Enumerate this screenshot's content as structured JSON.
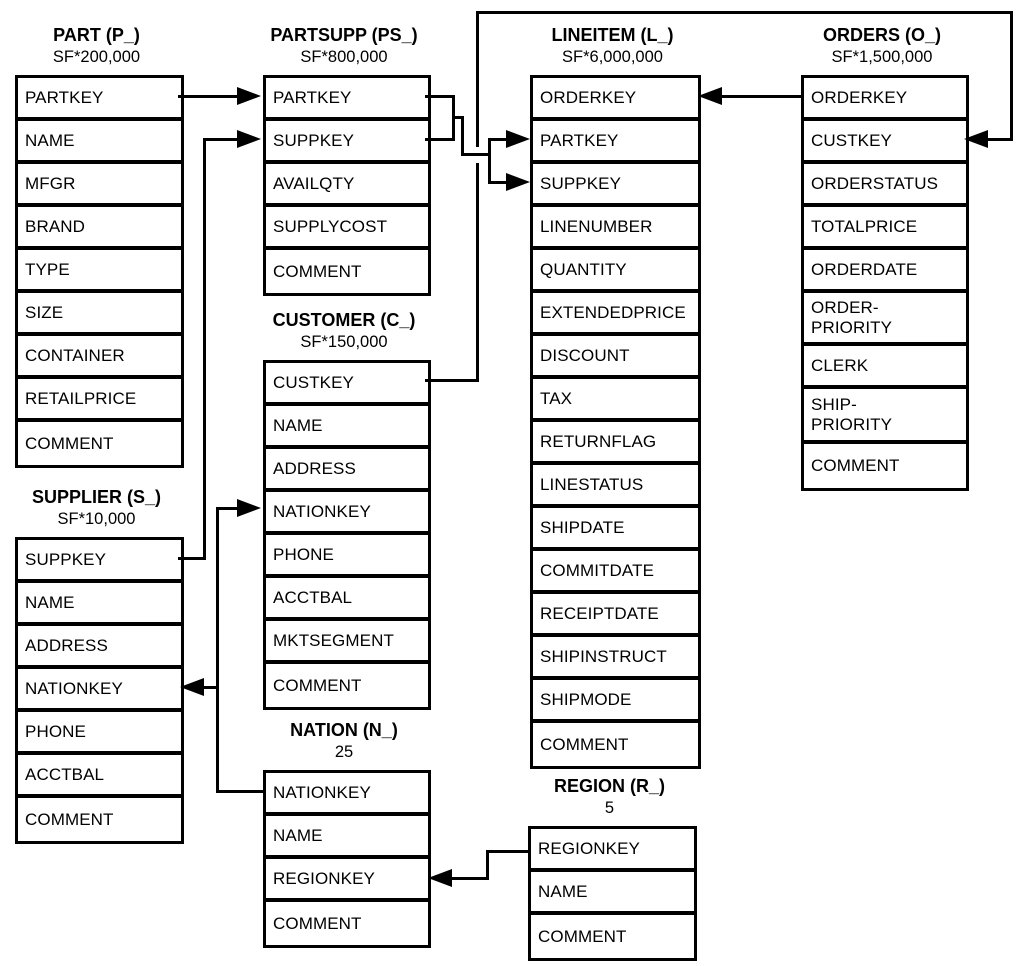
{
  "diagram": {
    "background_color": "#ffffff",
    "line_color": "#000000",
    "text_color": "#000000",
    "tables": {
      "part": {
        "title": "PART (P_)",
        "cardinality": "SF*200,000",
        "columns": [
          "PARTKEY",
          "NAME",
          "MFGR",
          "BRAND",
          "TYPE",
          "SIZE",
          "CONTAINER",
          "RETAILPRICE",
          "COMMENT"
        ]
      },
      "partsupp": {
        "title": "PARTSUPP (PS_)",
        "cardinality": "SF*800,000",
        "columns": [
          "PARTKEY",
          "SUPPKEY",
          "AVAILQTY",
          "SUPPLYCOST",
          "COMMENT"
        ]
      },
      "lineitem": {
        "title": "LINEITEM (L_)",
        "cardinality": "SF*6,000,000",
        "columns": [
          "ORDERKEY",
          "PARTKEY",
          "SUPPKEY",
          "LINENUMBER",
          "QUANTITY",
          "EXTENDEDPRICE",
          "DISCOUNT",
          "TAX",
          "RETURNFLAG",
          "LINESTATUS",
          "SHIPDATE",
          "COMMITDATE",
          "RECEIPTDATE",
          "SHIPINSTRUCT",
          "SHIPMODE",
          "COMMENT"
        ]
      },
      "orders": {
        "title": "ORDERS (O_)",
        "cardinality": "SF*1,500,000",
        "columns": [
          "ORDERKEY",
          "CUSTKEY",
          "ORDERSTATUS",
          "TOTALPRICE",
          "ORDERDATE",
          "ORDER-\nPRIORITY",
          "CLERK",
          "SHIP-\nPRIORITY",
          "COMMENT"
        ]
      },
      "customer": {
        "title": "CUSTOMER (C_)",
        "cardinality": "SF*150,000",
        "columns": [
          "CUSTKEY",
          "NAME",
          "ADDRESS",
          "NATIONKEY",
          "PHONE",
          "ACCTBAL",
          "MKTSEGMENT",
          "COMMENT"
        ]
      },
      "supplier": {
        "title": "SUPPLIER (S_)",
        "cardinality": "SF*10,000",
        "columns": [
          "SUPPKEY",
          "NAME",
          "ADDRESS",
          "NATIONKEY",
          "PHONE",
          "ACCTBAL",
          "COMMENT"
        ]
      },
      "nation": {
        "title": "NATION (N_)",
        "cardinality": "25",
        "columns": [
          "NATIONKEY",
          "NAME",
          "REGIONKEY",
          "COMMENT"
        ]
      },
      "region": {
        "title": "REGION (R_)",
        "cardinality": "5",
        "columns": [
          "REGIONKEY",
          "NAME",
          "COMMENT"
        ]
      }
    },
    "relationships": [
      {
        "from": "PART.PARTKEY",
        "to": "PARTSUPP.PARTKEY"
      },
      {
        "from": "SUPPLIER.SUPPKEY",
        "to": "PARTSUPP.SUPPKEY"
      },
      {
        "from": "PARTSUPP.PARTKEY",
        "to": "LINEITEM.PARTKEY"
      },
      {
        "from": "PARTSUPP.SUPPKEY",
        "to": "LINEITEM.SUPPKEY"
      },
      {
        "from": "ORDERS.ORDERKEY",
        "to": "LINEITEM.ORDERKEY"
      },
      {
        "from": "CUSTOMER.CUSTKEY",
        "to": "ORDERS.CUSTKEY"
      },
      {
        "from": "NATION.NATIONKEY",
        "to": "CUSTOMER.NATIONKEY"
      },
      {
        "from": "NATION.NATIONKEY",
        "to": "SUPPLIER.NATIONKEY"
      },
      {
        "from": "REGION.REGIONKEY",
        "to": "NATION.REGIONKEY"
      }
    ]
  }
}
